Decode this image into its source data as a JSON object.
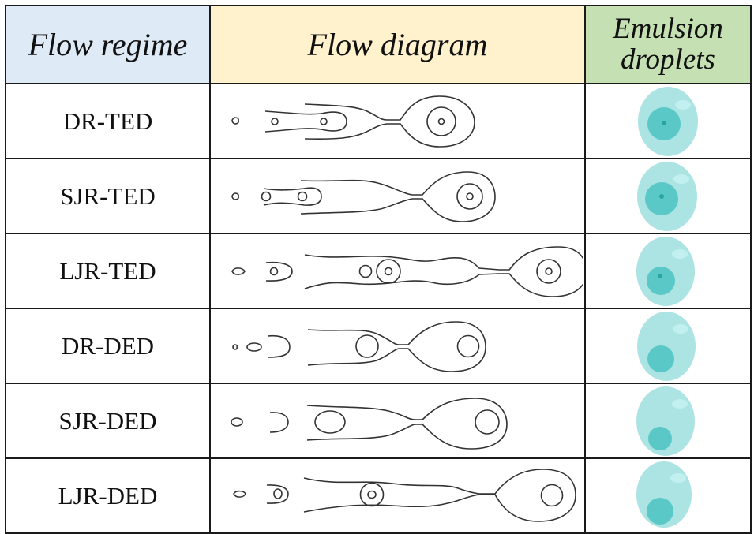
{
  "table": {
    "headers": {
      "flow_regime": "Flow regime",
      "flow_diagram": "Flow diagram",
      "emulsion_droplets_line1": "Emulsion",
      "emulsion_droplets_line2": "droplets"
    },
    "header_colors": {
      "flow_regime": "#deeaf6",
      "flow_diagram": "#fff2cc",
      "emulsion_droplets": "#c5e0b3"
    },
    "rows": [
      {
        "regime": "DR-TED",
        "breakup_mode": "dripping",
        "emulsion": "triple",
        "inner_core_position": "center"
      },
      {
        "regime": "SJR-TED",
        "breakup_mode": "short jetting",
        "emulsion": "triple",
        "inner_core_position": "center"
      },
      {
        "regime": "LJR-TED",
        "breakup_mode": "long jetting",
        "emulsion": "triple",
        "inner_core_position": "lower"
      },
      {
        "regime": "DR-DED",
        "breakup_mode": "dripping",
        "emulsion": "double",
        "inner_core_position": "lower"
      },
      {
        "regime": "SJR-DED",
        "breakup_mode": "short jetting",
        "emulsion": "double",
        "inner_core_position": "lower"
      },
      {
        "regime": "LJR-DED",
        "breakup_mode": "long jetting",
        "emulsion": "double",
        "inner_core_position": "bottom"
      }
    ]
  },
  "colors": {
    "droplet_shell": "#a8e2e2",
    "droplet_core": "#4cc3c3",
    "line": "#333333",
    "border": "#1a1a1a"
  }
}
